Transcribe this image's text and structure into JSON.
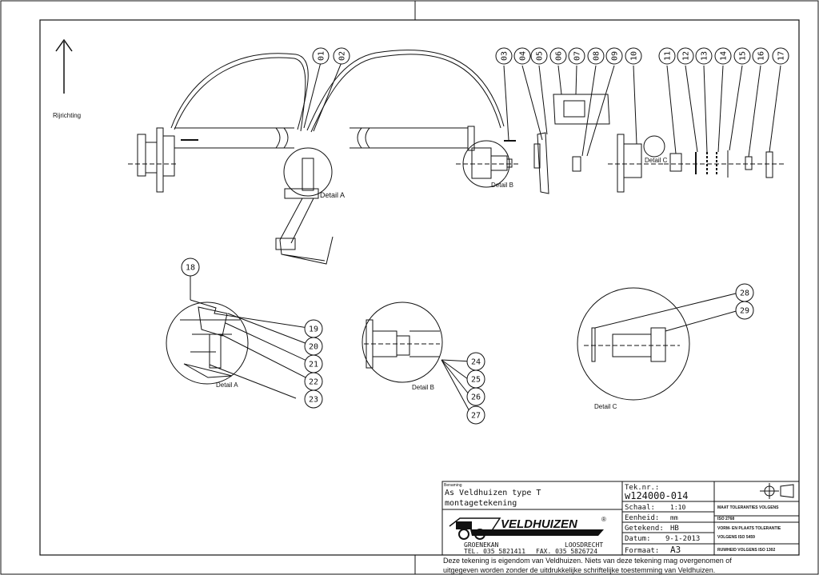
{
  "direction_label": "Rijrichting",
  "details": {
    "a": "Detail A",
    "b": "Detail B",
    "c": "Detail C"
  },
  "part_numbers_top": [
    "01",
    "02",
    "03",
    "04",
    "05",
    "06",
    "07",
    "08",
    "09",
    "10",
    "11",
    "12",
    "13",
    "14",
    "15",
    "16",
    "17"
  ],
  "detail_a_numbers": [
    "18",
    "19",
    "20",
    "21",
    "22",
    "23"
  ],
  "detail_b_numbers": [
    "24",
    "25",
    "26",
    "27"
  ],
  "detail_c_numbers": [
    "28",
    "29"
  ],
  "title_block": {
    "benaming_label": "Benaming",
    "title_line1": "As Veldhuizen type T",
    "title_line2": "montagetekening",
    "company_name": "VELDHUIZEN",
    "registered": "®",
    "city_left": "GROENEKAN",
    "city_right": "LOOSDRECHT",
    "phone": "TEL. 035 5821411",
    "fax": "FAX. 035 5826724",
    "teknr_label": "Tek.nr.:",
    "teknr_value": "w124000-014",
    "schaal_label": "Schaal:",
    "schaal_value": "1:10",
    "eenheid_label": "Eenheid:",
    "eenheid_value": "mm",
    "getekend_label": "Getekend:",
    "getekend_value": "HB",
    "datum_label": "Datum:",
    "datum_value": "9-1-2013",
    "formaat_label": "Formaat:",
    "formaat_value": "A3",
    "tol1_line1": "MAAT TOLERANTIES VOLGENS",
    "tol1_line2": "ISO 2768",
    "tol2_line1": "VORM- EN PLAATS TOLERANTIE",
    "tol2_line2": "VOLGENS ISO 5459",
    "tol3": "RUWHEID VOLGENS ISO 1302"
  },
  "footer_line1": "Deze tekening is eigendom van Veldhuizen. Niets van deze tekening mag overgenomen of",
  "footer_line2": "uitgegeven worden zonder de uitdrukkelijke schriftelijke toestemming van Veldhuizen."
}
